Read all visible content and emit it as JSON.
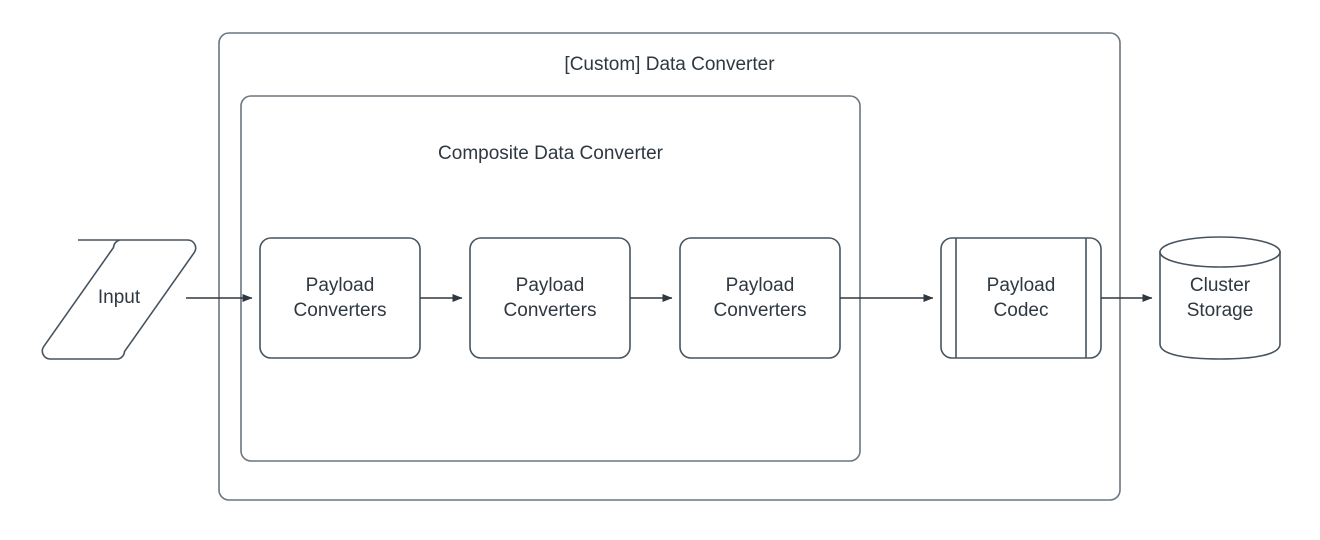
{
  "diagram": {
    "title": "[Custom] Data Converter",
    "background": "#ffffff",
    "stroke_color": "#47545f",
    "container_stroke_color": "#6a7682",
    "text_color": "#2f3841",
    "containers": [
      {
        "id": "custom-data-converter",
        "label": "[Custom] Data Converter",
        "shape": "rounded-rectangle"
      },
      {
        "id": "composite-data-converter",
        "label": "Composite Data Converter",
        "shape": "rounded-rectangle"
      }
    ],
    "nodes": [
      {
        "id": "input",
        "label": "Input",
        "shape": "parallelogram"
      },
      {
        "id": "payload-converters-1",
        "label": "Payload\nConverters",
        "shape": "rounded-rectangle"
      },
      {
        "id": "payload-converters-2",
        "label": "Payload\nConverters",
        "shape": "rounded-rectangle"
      },
      {
        "id": "payload-converters-3",
        "label": "Payload\nConverters",
        "shape": "rounded-rectangle"
      },
      {
        "id": "payload-codec",
        "label": "Payload\nCodec",
        "shape": "process-subroutine"
      },
      {
        "id": "cluster-storage",
        "label": "Cluster\nStorage",
        "shape": "cylinder"
      }
    ],
    "edges": [
      {
        "from": "input",
        "to": "payload-converters-1",
        "arrow": "single"
      },
      {
        "from": "payload-converters-1",
        "to": "payload-converters-2",
        "arrow": "single"
      },
      {
        "from": "payload-converters-2",
        "to": "payload-converters-3",
        "arrow": "single"
      },
      {
        "from": "payload-converters-3",
        "to": "payload-codec",
        "arrow": "single"
      },
      {
        "from": "payload-codec",
        "to": "cluster-storage",
        "arrow": "single"
      }
    ]
  }
}
